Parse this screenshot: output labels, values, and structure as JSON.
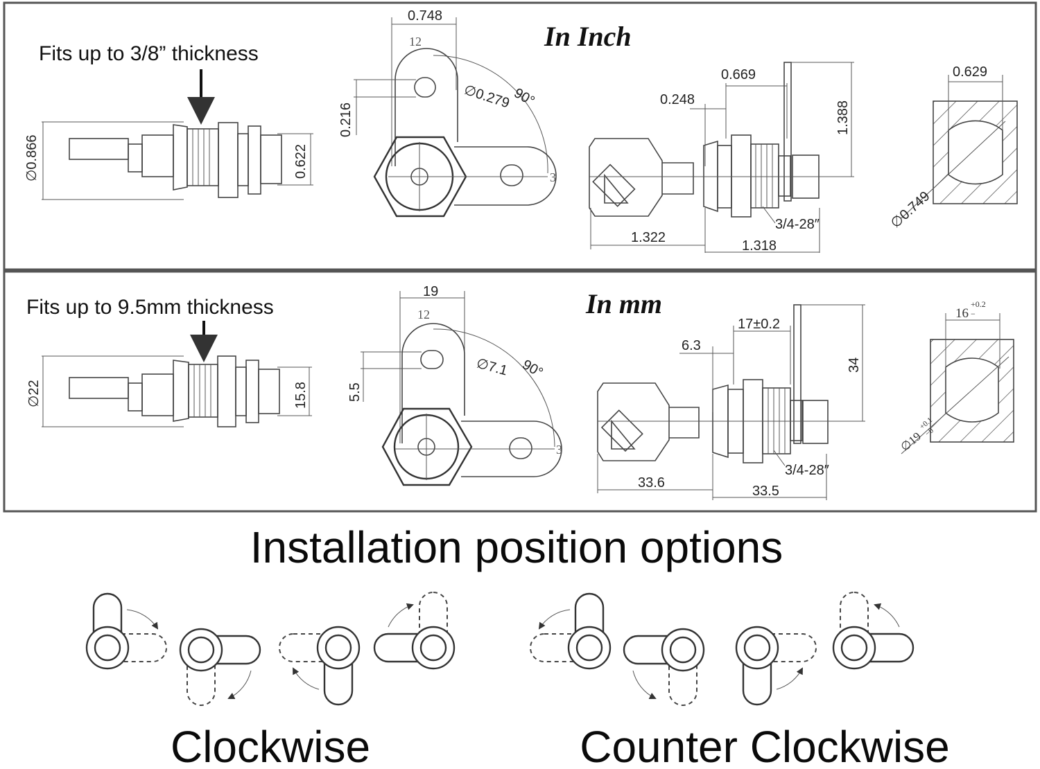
{
  "inch_panel": {
    "heading": "In Inch",
    "fits_note": "Fits up to 3/8” thickness",
    "side_view": {
      "body_diameter": "∅0.866",
      "nut_height": "0.622"
    },
    "cam_view": {
      "width": "0.748",
      "offset": "0.216",
      "hole_diameter": "∅0.279",
      "angle": "90°",
      "clock_12": "12",
      "clock_3": "3"
    },
    "key_view": {
      "stem": "0.248",
      "grip_range": "0.669",
      "cam_height": "1.388",
      "key_length": "1.322",
      "body_length": "1.318",
      "thread": "3/4-28″"
    },
    "cutout": {
      "width": "0.629",
      "diameter": "∅0.749"
    }
  },
  "mm_panel": {
    "heading": "In mm",
    "fits_note": "Fits up to 9.5mm thickness",
    "side_view": {
      "body_diameter": "∅22",
      "nut_height": "15.8"
    },
    "cam_view": {
      "width": "19",
      "offset": "5.5",
      "hole_diameter": "∅7.1",
      "angle": "90°",
      "clock_12": "12",
      "clock_3": "3"
    },
    "key_view": {
      "stem": "6.3",
      "grip_range": "17±0.2",
      "cam_height": "34",
      "key_length": "33.6",
      "body_length": "33.5",
      "thread": "3/4-28″"
    },
    "cutout": {
      "width": "16",
      "width_tol_plus": "+0.2",
      "width_tol_minus": "−",
      "diameter": "∅19",
      "diameter_tol_plus": "+0.1",
      "diameter_tol_minus": "−0"
    }
  },
  "installation": {
    "title": "Installation position options",
    "clockwise_label": "Clockwise",
    "counter_clockwise_label": "Counter Clockwise"
  }
}
